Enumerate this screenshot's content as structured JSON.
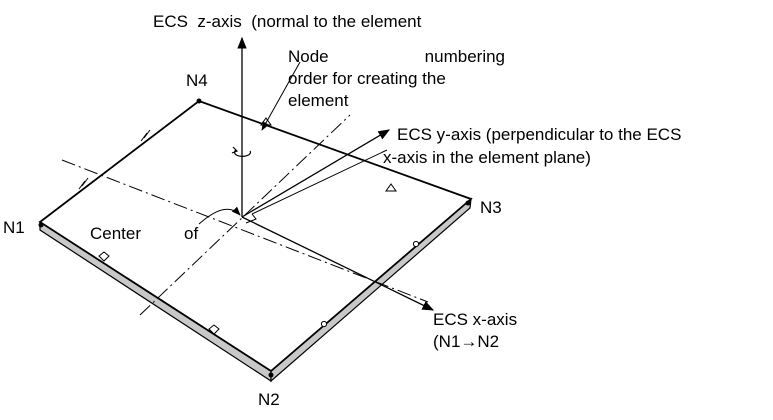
{
  "axes": {
    "z_label": "ECS  z-axis  (normal to the element",
    "y_label_line1": "ECS y-axis (perpendicular to the ECS",
    "y_label_line2": "x-axis in the element plane)",
    "x_label_line1": "ECS x-axis",
    "x_label_line2": "(N1→N2"
  },
  "note": {
    "line1_word1": "Node",
    "line1_word2": "numbering",
    "line2": "order for creating the",
    "line3": "element"
  },
  "nodes": {
    "n1": "N1",
    "n2": "N2",
    "n3": "N3",
    "n4": "N4"
  },
  "center": {
    "word1": "Center",
    "word2": "of"
  },
  "colors": {
    "ink": "#000000",
    "edge_fill": "#c8c8c8",
    "background": "#ffffff"
  }
}
